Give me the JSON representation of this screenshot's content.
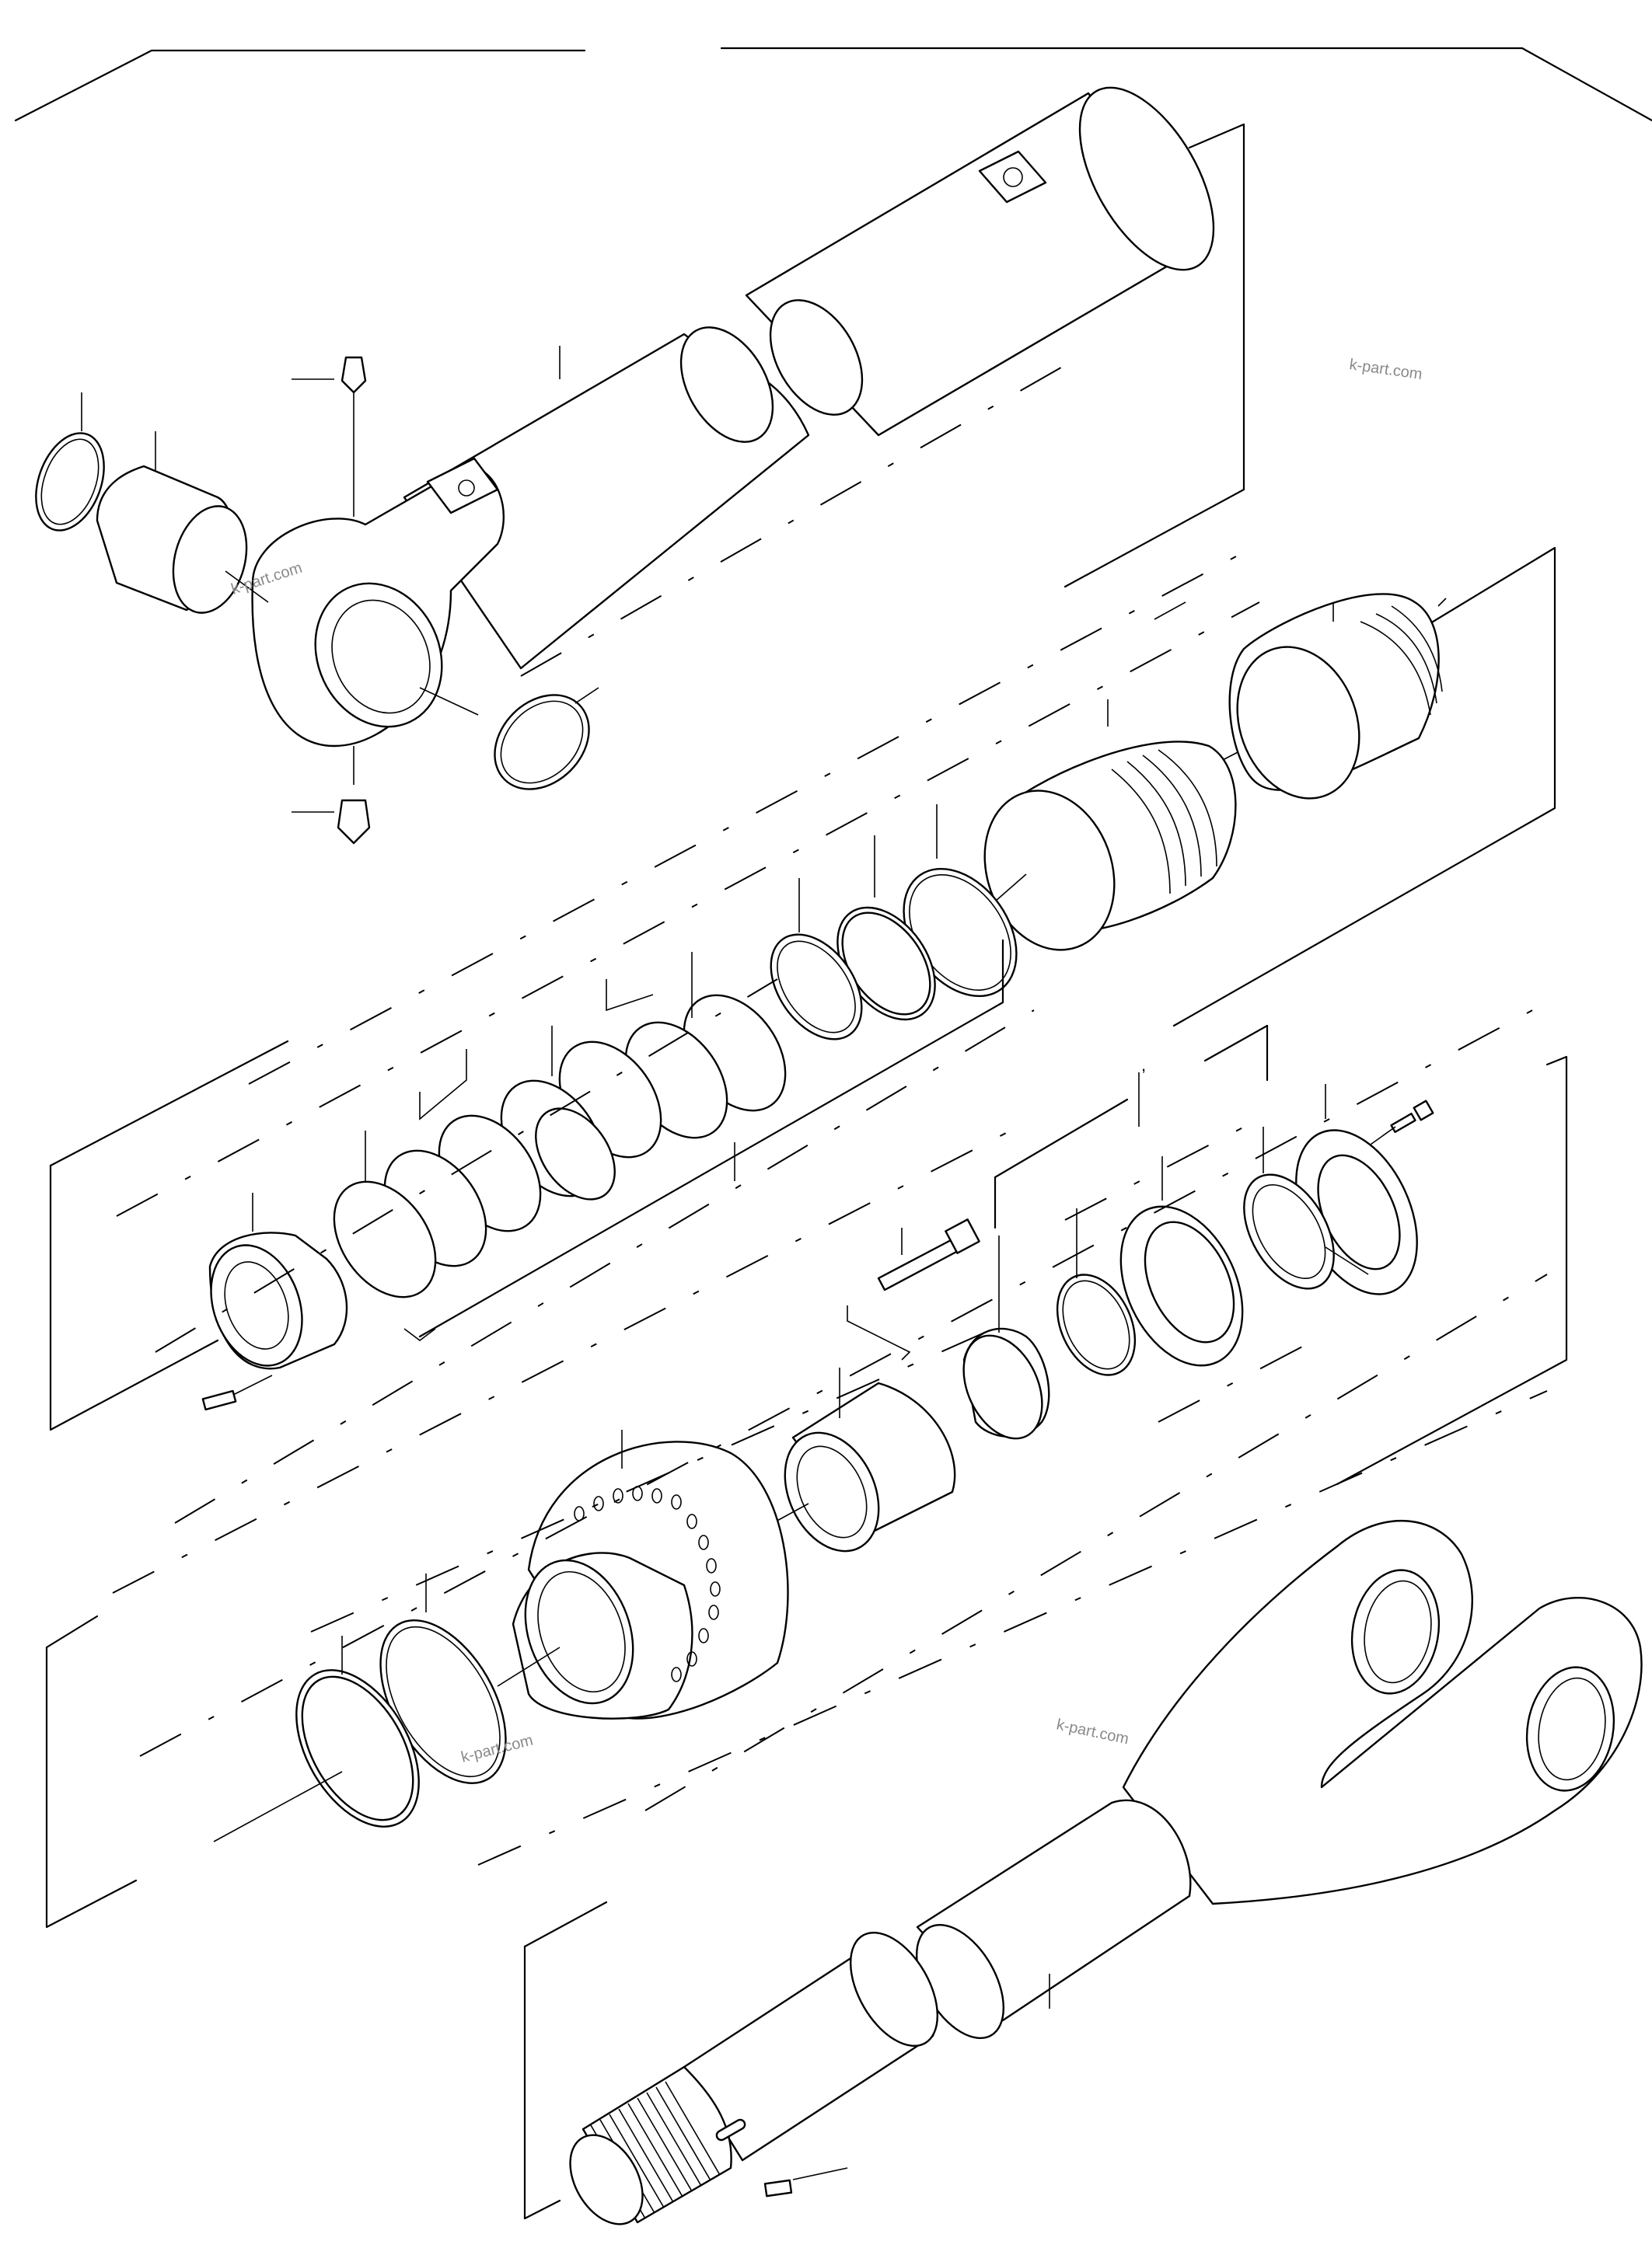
{
  "diagram": {
    "watermarks": [
      "k-part.com",
      "k-part.com",
      "k-part.com",
      "k-part.com"
    ],
    "marks": {
      "stray_comma": ","
    },
    "parts": [
      "cylinder-tube",
      "grease-nipple-top",
      "grease-nipple-bottom",
      "bushing-left",
      "dust-seal-left",
      "dust-seal-right",
      "piston",
      "piston-seal-assembly",
      "wear-ring",
      "backup-ring",
      "o-ring",
      "slide-rings",
      "nut",
      "set-screw",
      "cylinder-head",
      "head-bushing",
      "head-seal",
      "head-o-ring",
      "retaining-plate",
      "head-bolt",
      "small-bolt",
      "rod-seal-ring-a",
      "rod-seal-ring-b",
      "piston-rod",
      "key"
    ]
  }
}
